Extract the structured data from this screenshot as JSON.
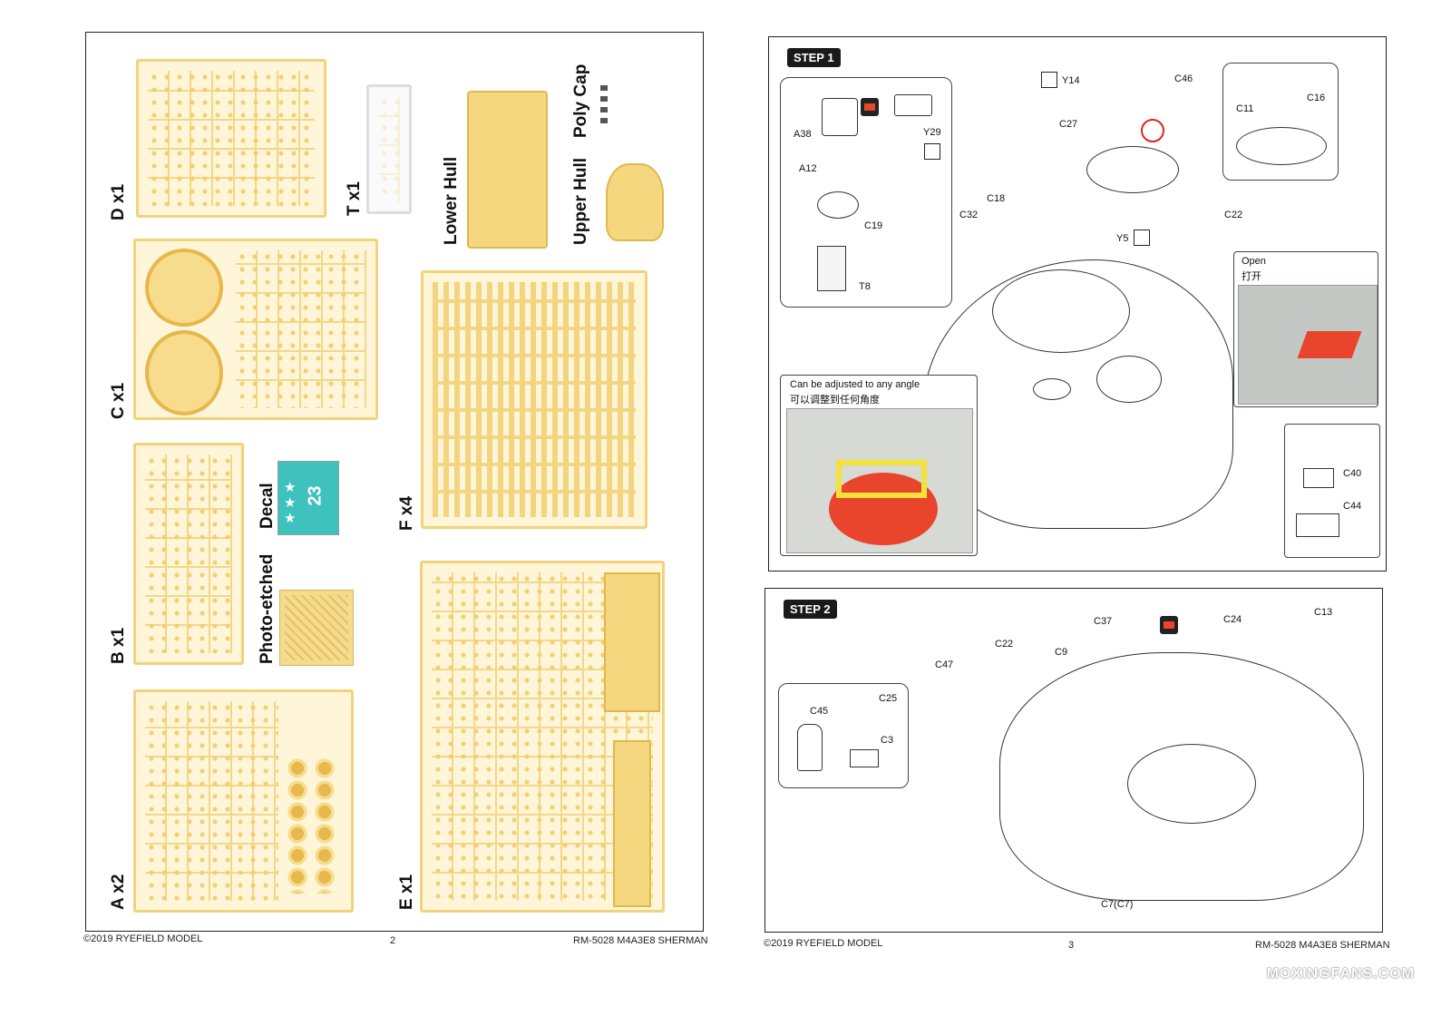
{
  "left_page": {
    "sprues": [
      {
        "label": "D x1"
      },
      {
        "label": "T x1"
      },
      {
        "label": "C x1"
      },
      {
        "label": "B x1"
      },
      {
        "label": "A x2"
      },
      {
        "label": "E x1"
      },
      {
        "label": "F x4"
      }
    ],
    "lower_hull": "Lower Hull",
    "upper_hull": "Upper Hull",
    "poly_cap": "Poly Cap",
    "decal": "Decal",
    "photo_etched": "Photo-etched",
    "decal_numbers": "23",
    "footer": {
      "copyright": "©2019 RYEFIELD MODEL",
      "page": "2",
      "product": "RM-5028 M4A3E8 SHERMAN"
    }
  },
  "right_page": {
    "step1": {
      "title": "STEP 1",
      "parts": [
        "Y14",
        "C46",
        "C27",
        "C11",
        "C16",
        "A38",
        "A12",
        "Y29",
        "C19",
        "T8",
        "C32",
        "C18",
        "Y5",
        "C22",
        "C40",
        "C44"
      ],
      "note_en": "Can be adjusted to any angle",
      "note_cn": "可以调整到任何角度",
      "open_en": "Open",
      "open_cn": "打开"
    },
    "step2": {
      "title": "STEP 2",
      "parts": [
        "C37",
        "C24",
        "C13",
        "C22",
        "C9",
        "C47",
        "C45",
        "C25",
        "C3",
        "C7(C7)"
      ]
    },
    "footer": {
      "copyright": "©2019 RYEFIELD MODEL",
      "page": "3",
      "product": "RM-5028 M4A3E8 SHERMAN"
    }
  },
  "watermark": "MOXINGFANS.COM",
  "colors": {
    "sprue": "#f2d27a",
    "sprue_fill": "#fff6da",
    "highlight_red": "#e8452c",
    "highlight_yellow": "#f3e23a",
    "decal_cyan": "#3fc2bd"
  }
}
